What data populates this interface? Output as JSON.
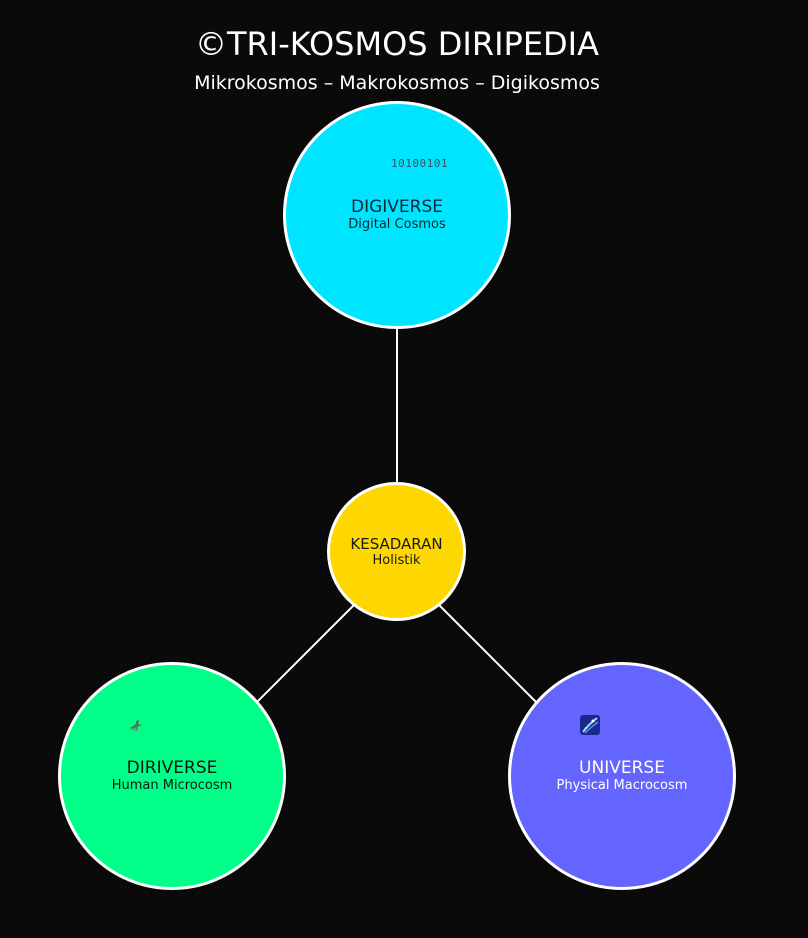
{
  "header": {
    "title": "©TRI-KOSMOS DIRIPEDIA",
    "subtitle": "Mikrokosmos – Makrokosmos – Digikosmos"
  },
  "nodes": {
    "digiverse": {
      "label": "DIGIVERSE",
      "sub": "Digital Cosmos",
      "binary": "10100101",
      "color": "#00e5ff"
    },
    "kesadaran": {
      "label": "KESADARAN",
      "sub": "Holistik",
      "color": "#ffd700"
    },
    "diriverse": {
      "label": "DIRIVERSE",
      "sub": "Human Microcosm",
      "icon": "bird-icon",
      "color": "#00ff88"
    },
    "universe": {
      "label": "UNIVERSE",
      "sub": "Physical Macrocosm",
      "icon": "galaxy-icon",
      "color": "#6464ff"
    }
  },
  "colors": {
    "background": "#0a0a0a",
    "connector": "#ffffff"
  }
}
